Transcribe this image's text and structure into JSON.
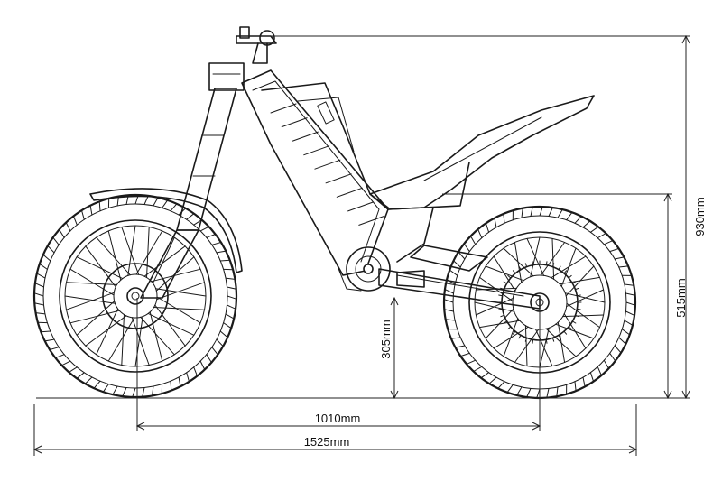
{
  "dimensions": {
    "overall_height": "930mm",
    "seat_height": "515mm",
    "ground_clearance": "305mm",
    "wheelbase": "1010mm",
    "overall_length": "1525mm"
  }
}
